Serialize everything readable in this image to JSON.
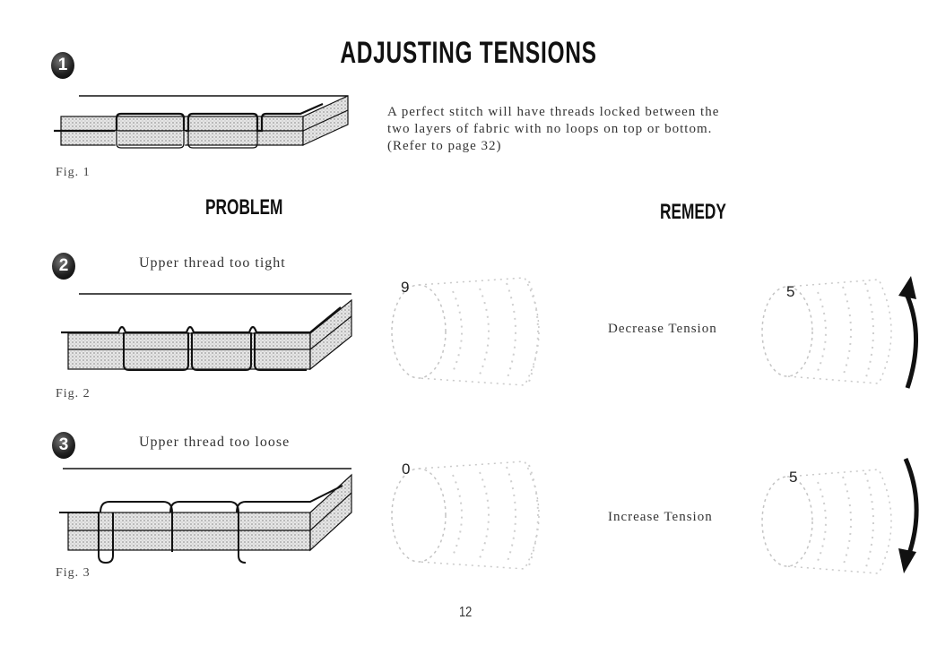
{
  "page": {
    "title": "ADJUSTING TENSIONS",
    "page_number": "12"
  },
  "intro": {
    "badge": "1",
    "text_line1": "A perfect stitch will have threads locked between the",
    "text_line2": "two layers of fabric with no loops on top or bottom.",
    "text_line3": "(Refer to page 32)",
    "figure_caption": "Fig. 1"
  },
  "headings": {
    "problem": "PROBLEM",
    "remedy": "REMEDY"
  },
  "cases": [
    {
      "badge": "2",
      "problem": "Upper thread too tight",
      "figure_caption": "Fig. 2",
      "remedy": "Decrease Tension",
      "dial_before": "9",
      "dial_after": "5",
      "arrow_direction": "up"
    },
    {
      "badge": "3",
      "problem": "Upper thread too loose",
      "figure_caption": "Fig. 3",
      "remedy": "Increase Tension",
      "dial_before": "0",
      "dial_after": "5",
      "arrow_direction": "down"
    }
  ],
  "colors": {
    "ink": "#111111",
    "fabric_fill": "#cfcfcf",
    "dial_stipple": "#bdbdbd"
  }
}
